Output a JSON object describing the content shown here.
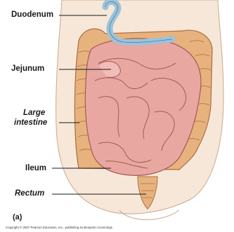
{
  "labels": {
    "duodenum": "Duodenum",
    "jejunum": "Jejunum",
    "large_intestine_1": "Large",
    "large_intestine_2": "intestine",
    "ileum": "Ileum",
    "rectum": "Rectum"
  },
  "figure_tag": "(a)",
  "copyright": "Copyright © 2007 Pearson Education, Inc., publishing as Benjamin Cummings",
  "colors": {
    "body_skin": "#f7e7d8",
    "large_intestine": "#e8b27e",
    "small_intestine": "#e9a7a2",
    "duodenum": "#9cc3d9",
    "leader_line": "#1a1a1a"
  }
}
